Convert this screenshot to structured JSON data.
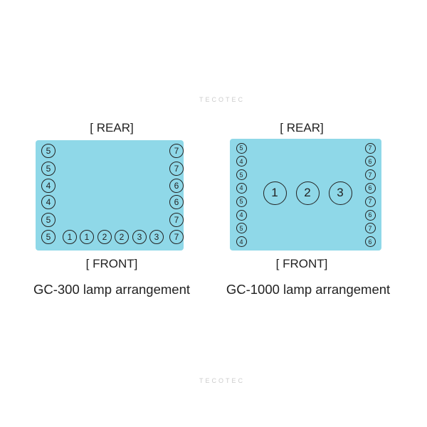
{
  "watermark": "TECOTEC",
  "gc300": {
    "rear": "[ REAR]",
    "front": "[ FRONT]",
    "caption": "GC-300 lamp arrangement",
    "left": [
      "5",
      "5",
      "4",
      "4",
      "5",
      "5"
    ],
    "right": [
      "7",
      "7",
      "6",
      "6",
      "7",
      "7"
    ],
    "bottom": [
      "1",
      "1",
      "2",
      "2",
      "3",
      "3"
    ]
  },
  "gc1000": {
    "rear": "[ REAR]",
    "front": "[ FRONT]",
    "caption": "GC-1000 lamp arrangement",
    "left": [
      "5",
      "4",
      "5",
      "4",
      "5",
      "4",
      "5",
      "4"
    ],
    "right": [
      "7",
      "6",
      "7",
      "6",
      "7",
      "6",
      "7",
      "6"
    ],
    "center": [
      "1",
      "2",
      "3"
    ]
  }
}
